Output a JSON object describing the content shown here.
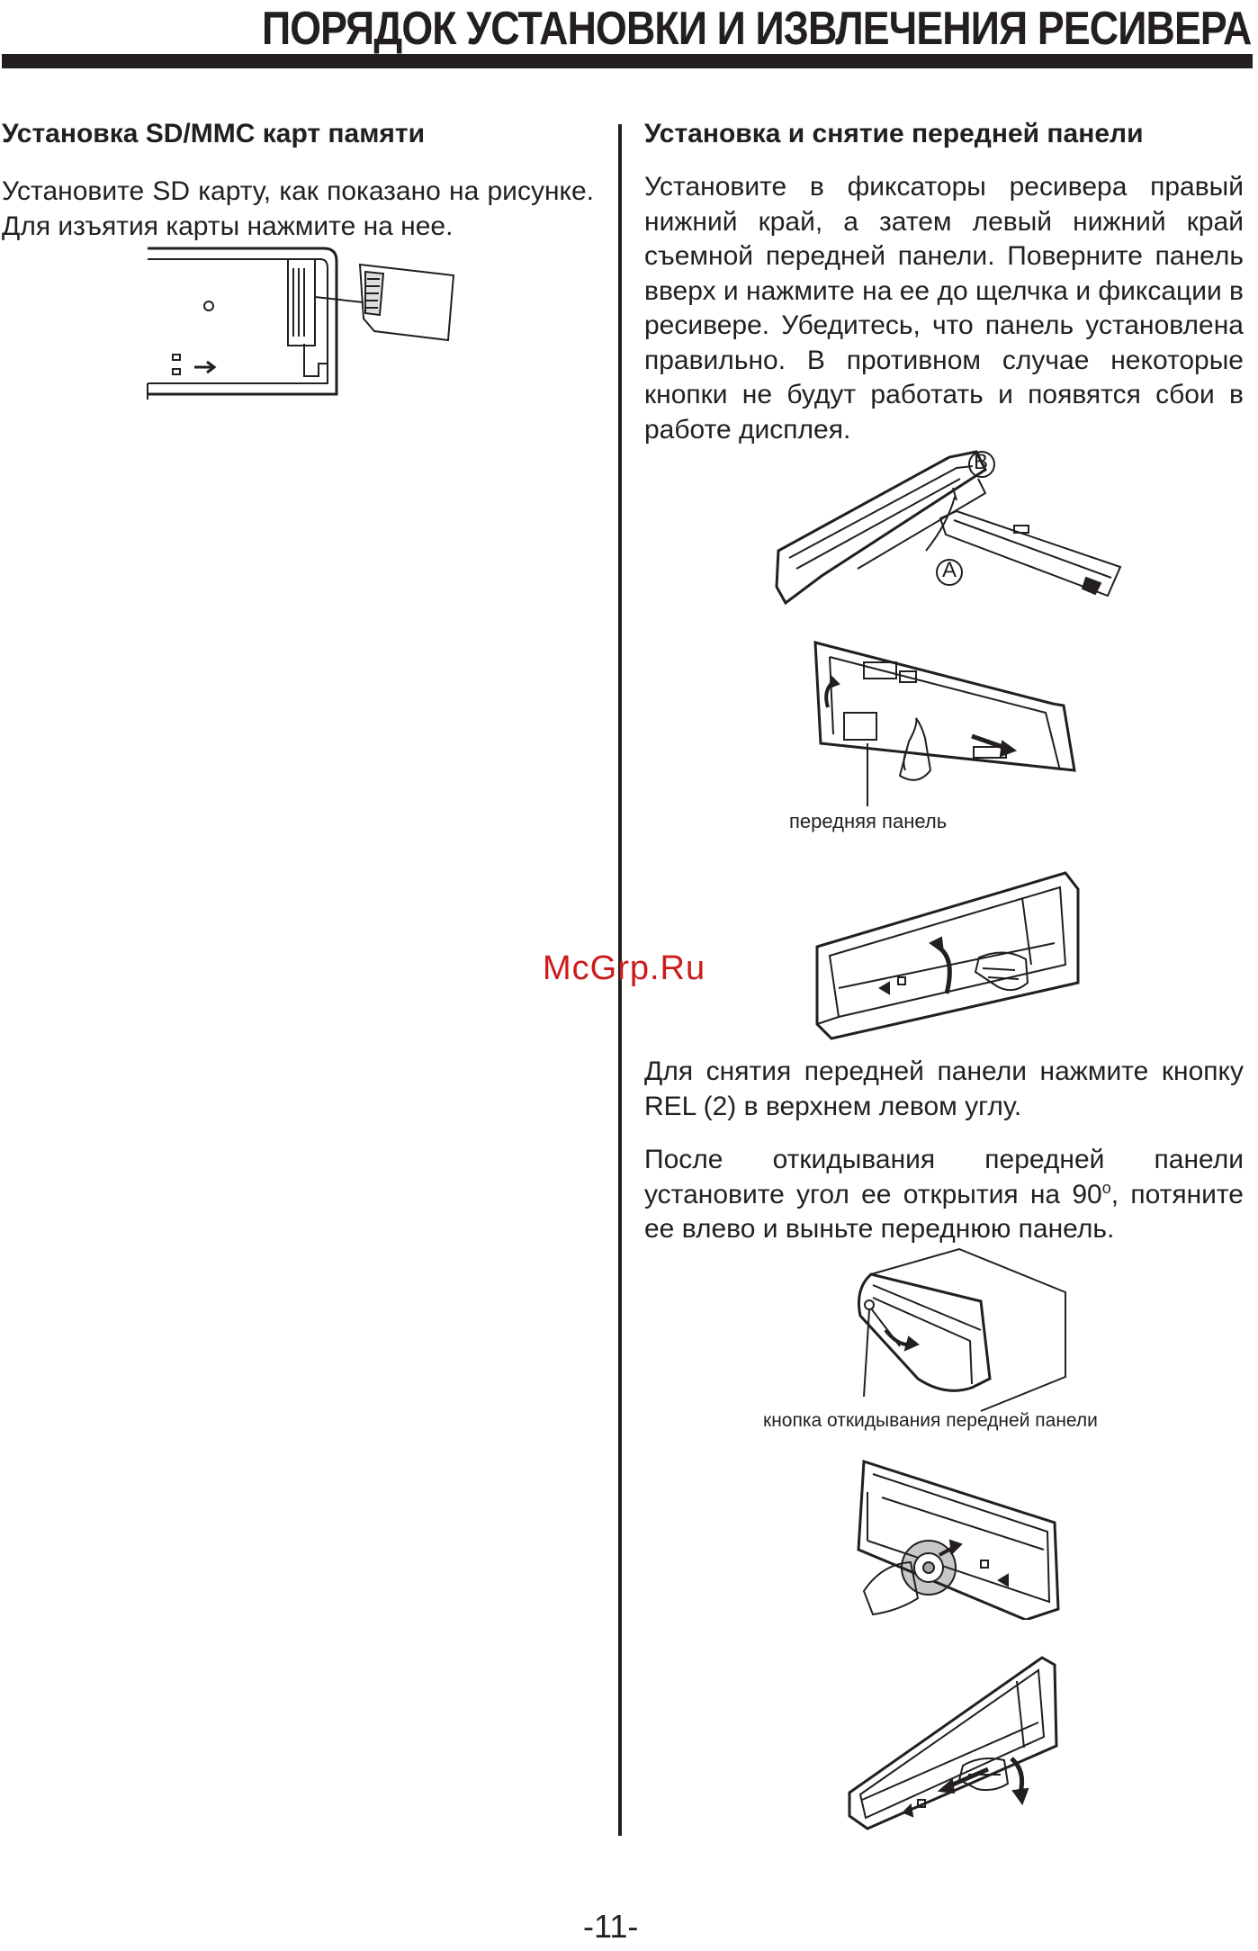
{
  "header": {
    "title": "ПОРЯДОК УСТАНОВКИ И ИЗВЛЕЧЕНИЯ РЕСИВЕРА"
  },
  "left": {
    "heading": "Установка SD/MMC карт памяти",
    "text": "Установите SD карту, как показано на рисунке. Для изъятия карты нажмите на нее."
  },
  "right": {
    "heading": "Установка и снятие передней панели",
    "text1": "Установите в фиксаторы ресивера правый нижний край, а затем левый нижний край съемной передней панели. Поверните панель вверх и нажмите на ее до щелчка и фиксации в ресивере. Убедитесь, что панель установлена правильно. В противном случае некоторые кнопки не будут работать и появятся сбои в работе дисплея.",
    "label_b": "B",
    "label_a": "A",
    "caption_front_panel": "передняя панель",
    "text2": "Для снятия передней панели нажмите кнопку REL (2) в верхнем левом углу.",
    "text3_before": "После откидывания передней панели установите угол ее открытия на 90",
    "text3_degree": "о",
    "text3_after": ", потяните ее влево и выньте переднюю панель.",
    "caption_release_button": "кнопка откидывания передней панели"
  },
  "watermark": "McGrp.Ru",
  "footer": {
    "page_number": "-11-"
  }
}
